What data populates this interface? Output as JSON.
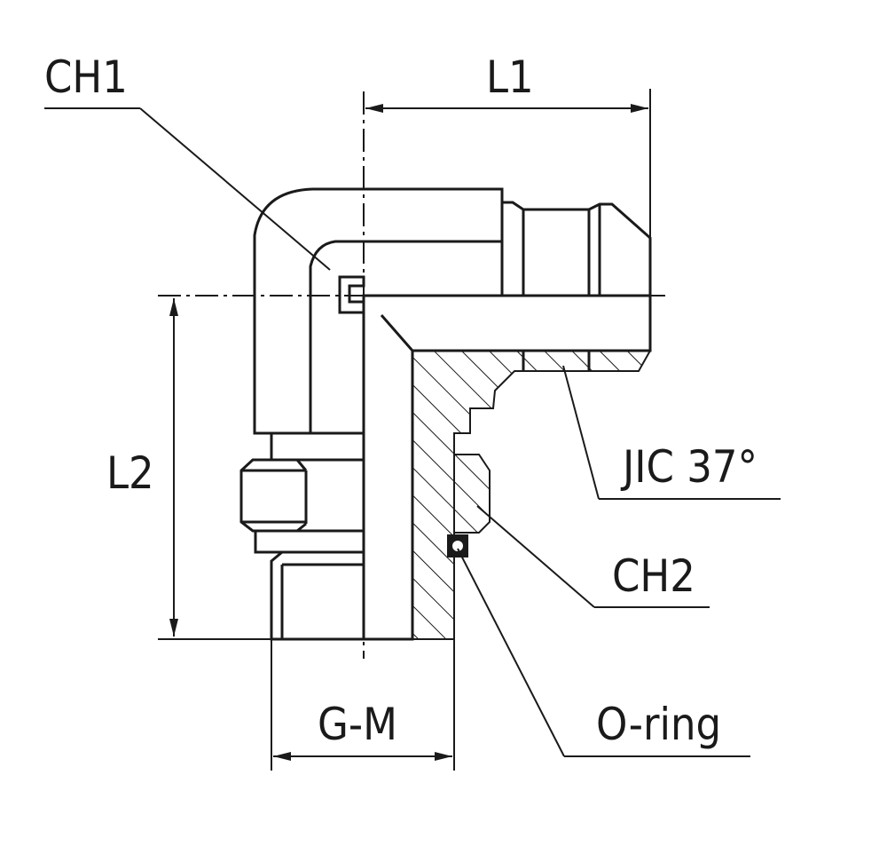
{
  "labels": {
    "ch1": "CH1",
    "l1": "L1",
    "l2": "L2",
    "jic": "JIC 37°",
    "ch2": "CH2",
    "gm": "G-M",
    "oring": "O-ring"
  }
}
